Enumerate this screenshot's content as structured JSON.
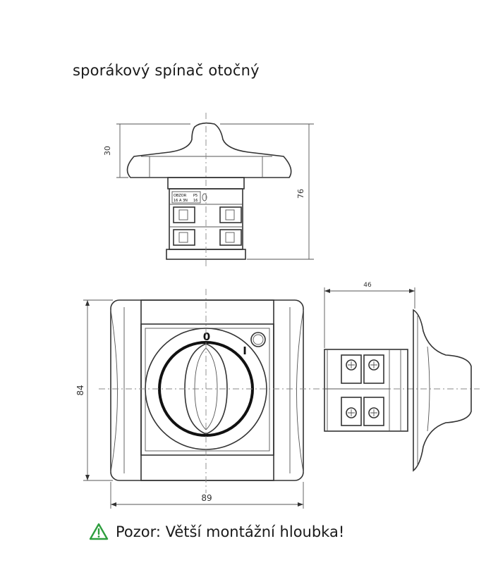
{
  "title": "sporákový spínač otočný",
  "warning": {
    "text": "Pozor: Větší montážní hloubka!",
    "icon": "warning-triangle-icon",
    "icon_color": "#2e9e3e"
  },
  "dimensions": {
    "knob_height": "30",
    "total_height": "76",
    "depth": "46",
    "frame_height": "84",
    "frame_width": "89"
  },
  "dial_labels": {
    "off": "0",
    "on": "I"
  },
  "label_plate": {
    "line1": "OBZOR",
    "line2": "16 A 3N",
    "line3": "P5",
    "line4": "16"
  }
}
